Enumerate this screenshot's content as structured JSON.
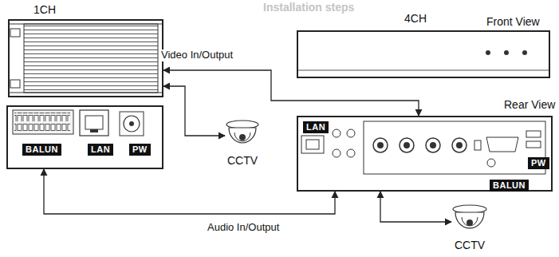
{
  "diagram": {
    "nodes": [
      {
        "text": [
          "1CH"
        ]
      },
      {
        "text": [
          "BALUN",
          "LAN",
          "PW"
        ]
      },
      {
        "text": [
          "4CH",
          "Front View"
        ]
      },
      {
        "text": [
          "Rear View",
          "LAN",
          "PW",
          "BALUN"
        ]
      },
      {
        "text": [
          "CCTV"
        ]
      },
      {
        "text": [
          "CCTV"
        ]
      }
    ],
    "edges": [
      {
        "from": 3,
        "to": 0,
        "label": "Video In/Output",
        "arrow": "both"
      },
      {
        "from": 0,
        "to": 4,
        "arrow": "both"
      },
      {
        "from": 3,
        "to": 5,
        "arrow": "both"
      },
      {
        "from": 1,
        "to": 3,
        "label": "Audio In/Output",
        "arrow": "both"
      }
    ],
    "labels": [
      "Installation steps"
    ]
  }
}
